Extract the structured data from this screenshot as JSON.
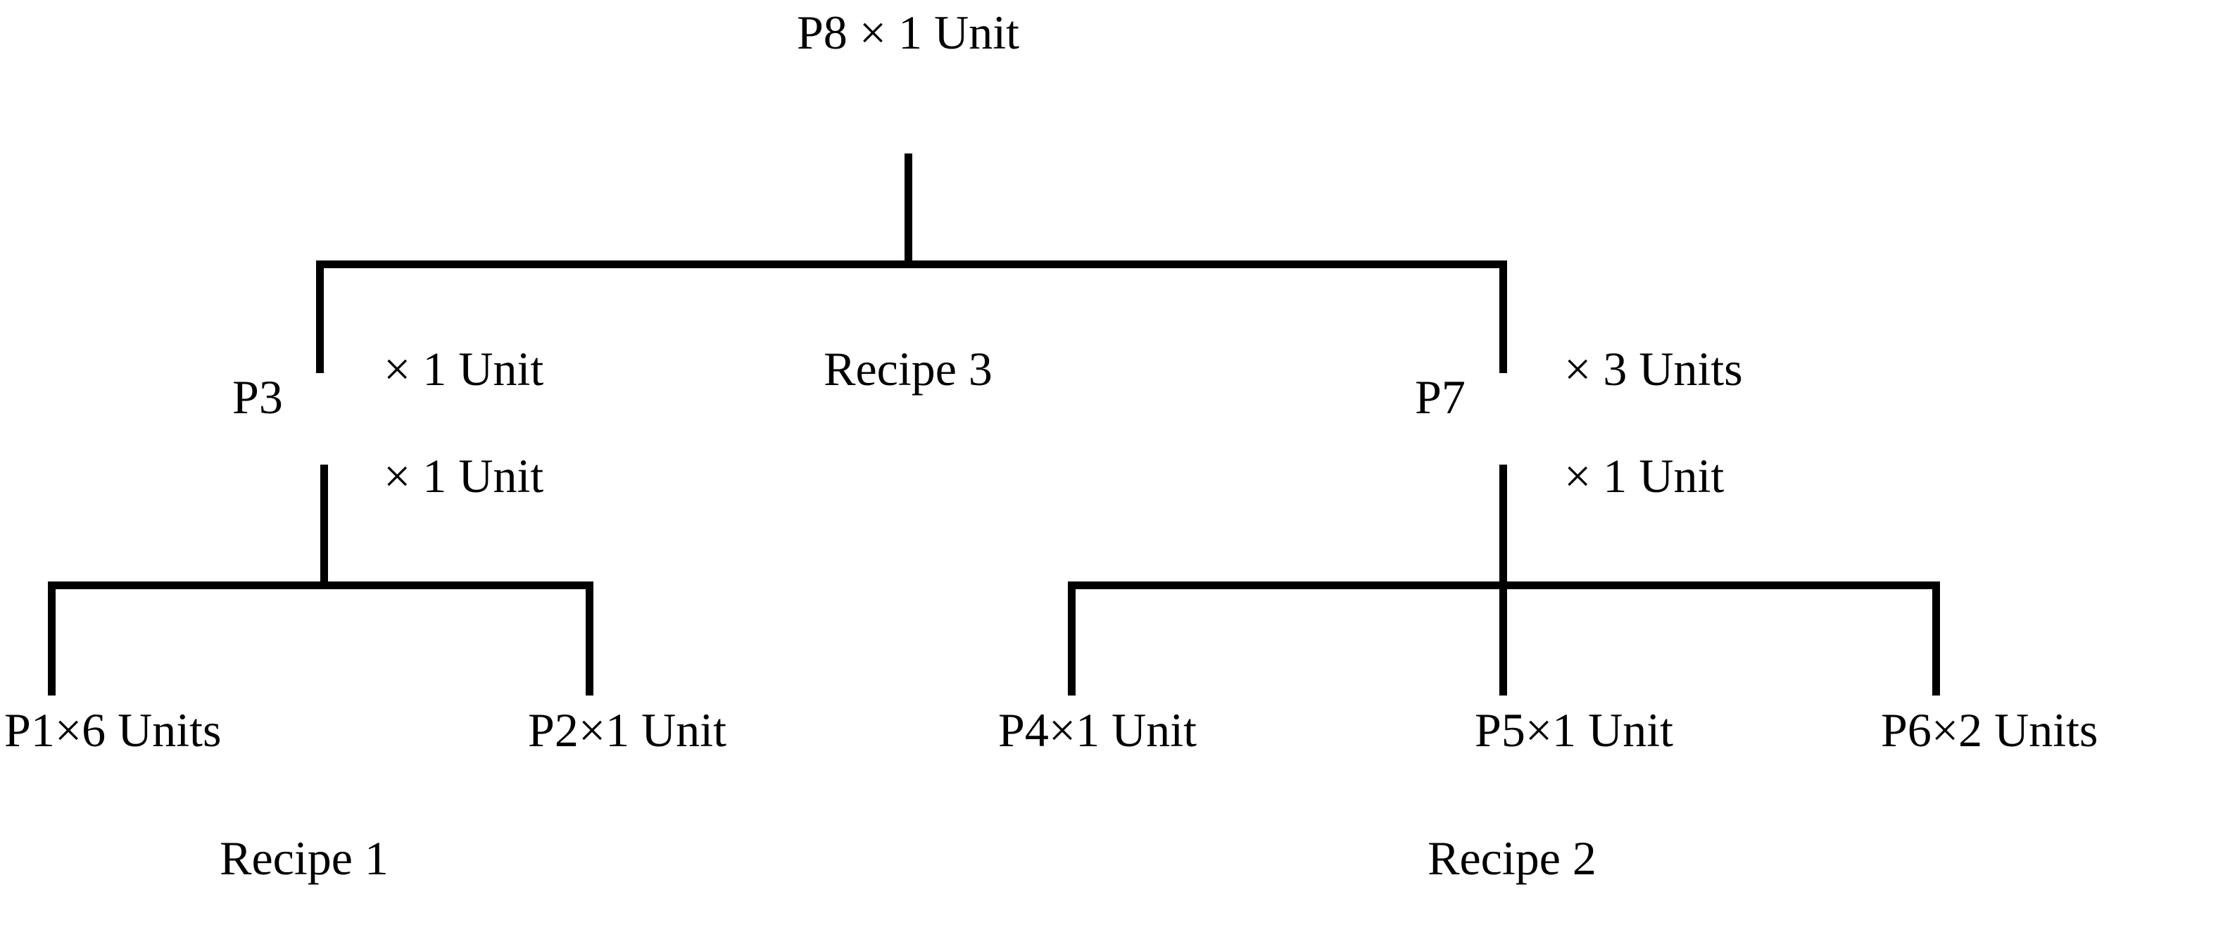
{
  "diagram": {
    "type": "bill-of-materials-tree",
    "root": {
      "id": "P8",
      "label": "P8",
      "quantity_text": "× 1 Unit",
      "full_text": "P8 × 1 Unit"
    },
    "recipes": [
      {
        "id": "recipe-1",
        "label": "Recipe 1",
        "parent": "P3",
        "children": [
          "P1",
          "P2"
        ]
      },
      {
        "id": "recipe-2",
        "label": "Recipe 2",
        "parent": "P7",
        "children": [
          "P4",
          "P5",
          "P6"
        ]
      },
      {
        "id": "recipe-3",
        "label": "Recipe 3",
        "parent": "P8",
        "children": [
          "P3",
          "P7"
        ]
      }
    ],
    "intermediate_nodes": [
      {
        "id": "P3",
        "label": "P3",
        "qty_above": "× 1 Unit",
        "qty_below": "× 1 Unit"
      },
      {
        "id": "P7",
        "label": "P7",
        "qty_above": "× 3 Units",
        "qty_below": "× 1 Unit"
      }
    ],
    "leaf_nodes": [
      {
        "id": "P1",
        "label": "P1",
        "quantity_text": "× 6 Units",
        "full_text": "P1×6 Units"
      },
      {
        "id": "P2",
        "label": "P2",
        "quantity_text": "× 1 Unit",
        "full_text": "P2×1 Unit"
      },
      {
        "id": "P4",
        "label": "P4",
        "quantity_text": "× 1 Unit",
        "full_text": "P4×1 Unit"
      },
      {
        "id": "P5",
        "label": "P5",
        "quantity_text": "× 1 Unit",
        "full_text": "P5×1 Unit"
      },
      {
        "id": "P6",
        "label": "P6",
        "quantity_text": "× 2 Units",
        "full_text": "P6×2 Units"
      }
    ],
    "colors": {
      "line": "#000000",
      "text": "#000000",
      "background": "#ffffff"
    }
  }
}
